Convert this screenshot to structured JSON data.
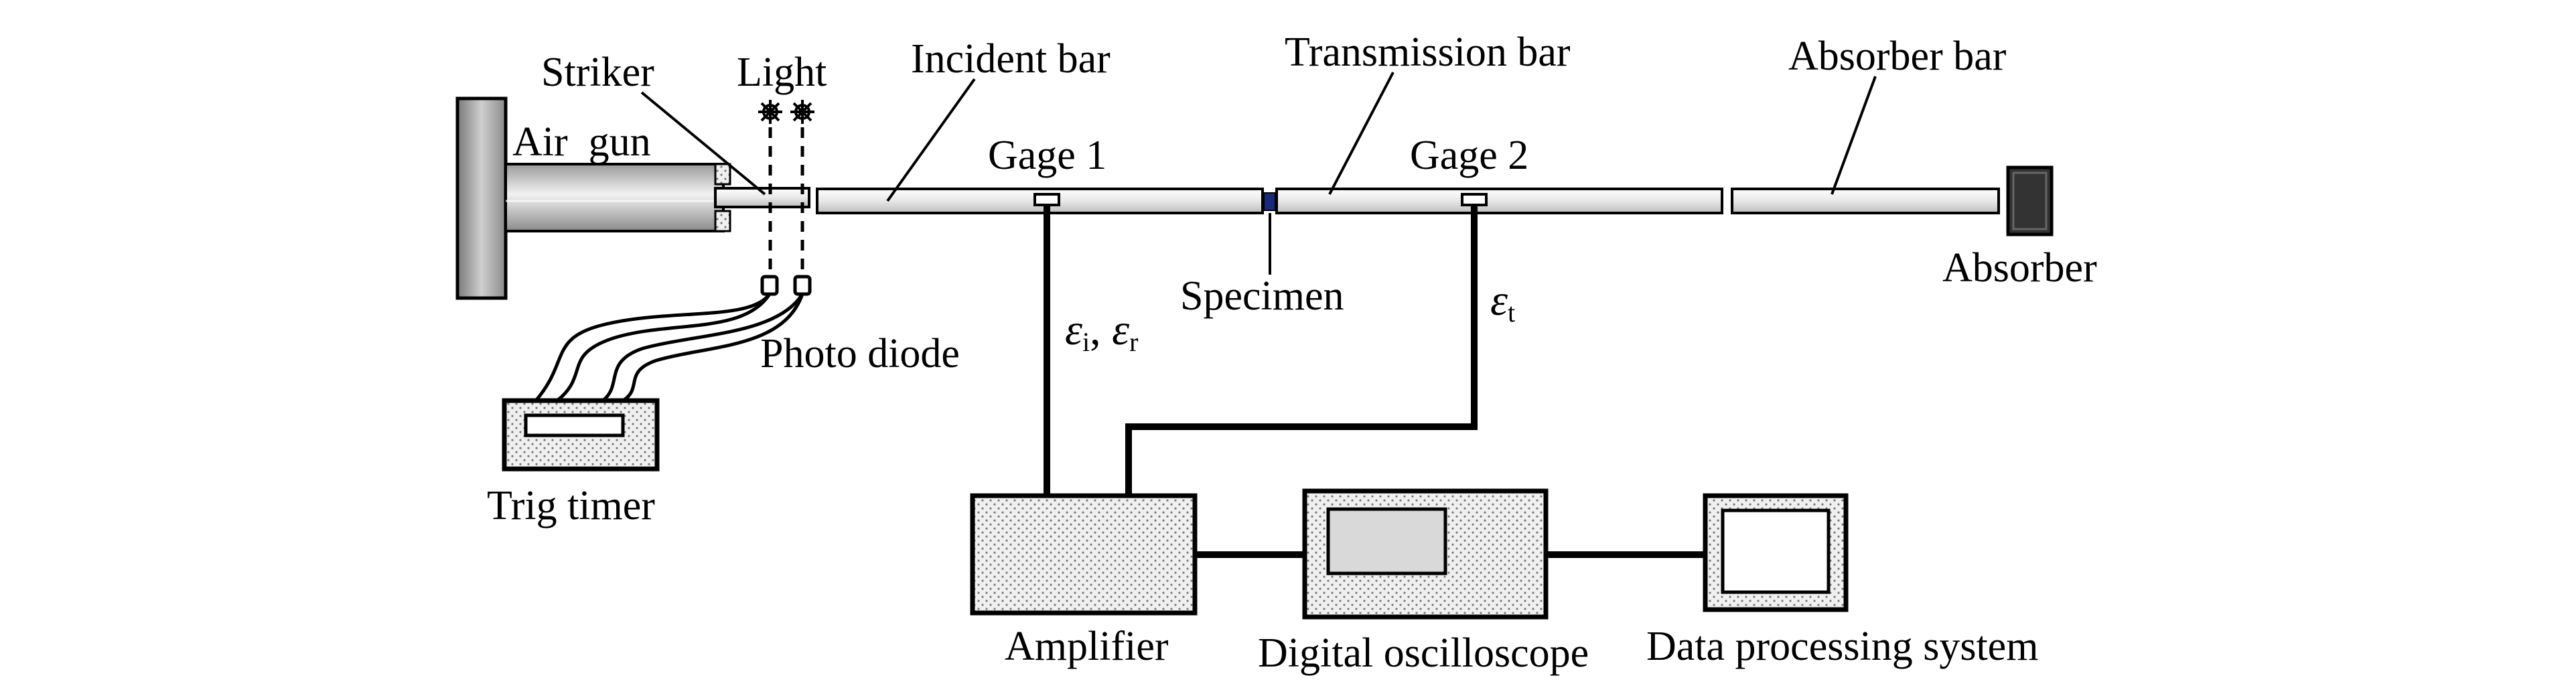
{
  "labels": {
    "striker": "Striker",
    "light": "Light",
    "air_gun": "Air  gun",
    "incident_bar": "Incident bar",
    "gage1": "Gage 1",
    "transmission_bar": "Transmission bar",
    "gage2": "Gage 2",
    "absorber_bar": "Absorber bar",
    "absorber": "Absorber",
    "specimen": "Specimen",
    "photo_diode": "Photo diode",
    "trig_timer": "Trig timer",
    "amplifier": "Amplifier",
    "digital_oscilloscope": "Digital oscilloscope",
    "data_processing_system": "Data processing system"
  },
  "signals": {
    "gage1_symbol_a": "ε",
    "gage1_sub_a": "i",
    "gage1_sep": ", ",
    "gage1_symbol_b": "ε",
    "gage1_sub_b": "r",
    "gage2_symbol": "ε",
    "gage2_sub": "t"
  },
  "colors": {
    "line": "#000000",
    "box_fill": "#e6e6e6",
    "bar_fill": "#f2f2f2",
    "specimen": "#1a2a7a",
    "absorber": "#333333"
  }
}
